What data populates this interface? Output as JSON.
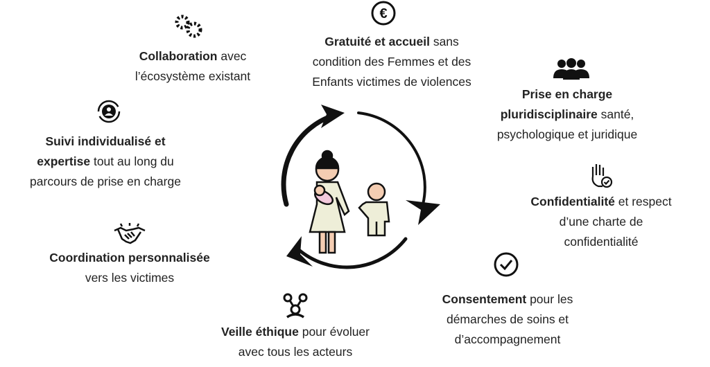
{
  "items": [
    {
      "id": "gratuite",
      "icon": "euro-icon",
      "lines": [
        {
          "bold": "Gratuité et accueil",
          "rest": " sans"
        },
        {
          "bold": "",
          "rest": "condition des Femmes et des"
        },
        {
          "bold": "",
          "rest": "Enfants victimes de violences"
        }
      ]
    },
    {
      "id": "prise-en-charge",
      "icon": "group-icon",
      "lines": [
        {
          "bold": "Prise en charge",
          "rest": ""
        },
        {
          "bold": "pluridisciplinaire",
          "rest": " santé,"
        },
        {
          "bold": "",
          "rest": "psychologique et juridique"
        }
      ]
    },
    {
      "id": "confidentialite",
      "icon": "hand-check-icon",
      "lines": [
        {
          "bold": "Confidentialité",
          "rest": " et respect"
        },
        {
          "bold": "",
          "rest": "d’une charte de"
        },
        {
          "bold": "",
          "rest": "confidentialité"
        }
      ]
    },
    {
      "id": "consentement",
      "icon": "checkmark-circle-icon",
      "lines": [
        {
          "bold": "Consentement",
          "rest": " pour les"
        },
        {
          "bold": "",
          "rest": "démarches de soins et"
        },
        {
          "bold": "",
          "rest": "d’accompagnement"
        }
      ]
    },
    {
      "id": "veille",
      "icon": "network-icon",
      "lines": [
        {
          "bold": "Veille éthique",
          "rest": " pour évoluer"
        },
        {
          "bold": "",
          "rest": "avec tous les acteurs"
        }
      ]
    },
    {
      "id": "coordination",
      "icon": "handshake-icon",
      "lines": [
        {
          "bold": "Coordination personnalisée",
          "rest": ""
        },
        {
          "bold": "",
          "rest": "vers les victimes"
        }
      ]
    },
    {
      "id": "suivi",
      "icon": "user-cycle-icon",
      "lines": [
        {
          "bold": "Suivi individualisé et",
          "rest": ""
        },
        {
          "bold": "expertise",
          "rest": " tout au long du"
        },
        {
          "bold": "",
          "rest": "parcours de prise en charge"
        }
      ]
    },
    {
      "id": "collaboration",
      "icon": "gears-icon",
      "lines": [
        {
          "bold": "Collaboration",
          "rest": " avec"
        },
        {
          "bold": "",
          "rest": "l’écosystème existant"
        }
      ]
    }
  ],
  "colors": {
    "skin": "#f4cdb2",
    "dress": "#eeeed8",
    "baby": "#f3c9dc",
    "ink": "#111111"
  }
}
